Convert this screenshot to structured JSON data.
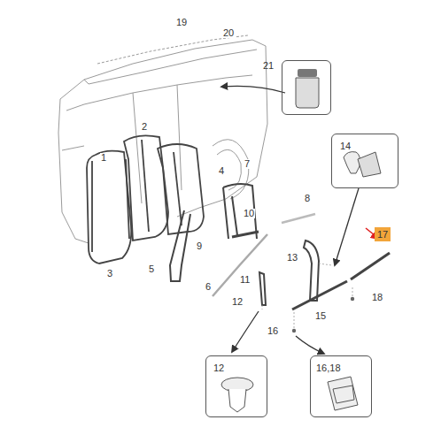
{
  "diagram": {
    "nodes": [
      {
        "text": [
          "21"
        ]
      },
      {
        "text": [
          "14"
        ]
      },
      {
        "text": [
          "17"
        ]
      },
      {
        "text": [
          "12"
        ]
      },
      {
        "text": [
          "16,18"
        ]
      }
    ],
    "labels": [
      "19",
      "20",
      "1",
      "2",
      "3",
      "4",
      "5",
      "6",
      "7",
      "8",
      "9",
      "10",
      "11",
      "12",
      "13",
      "15",
      "16",
      "18"
    ]
  }
}
